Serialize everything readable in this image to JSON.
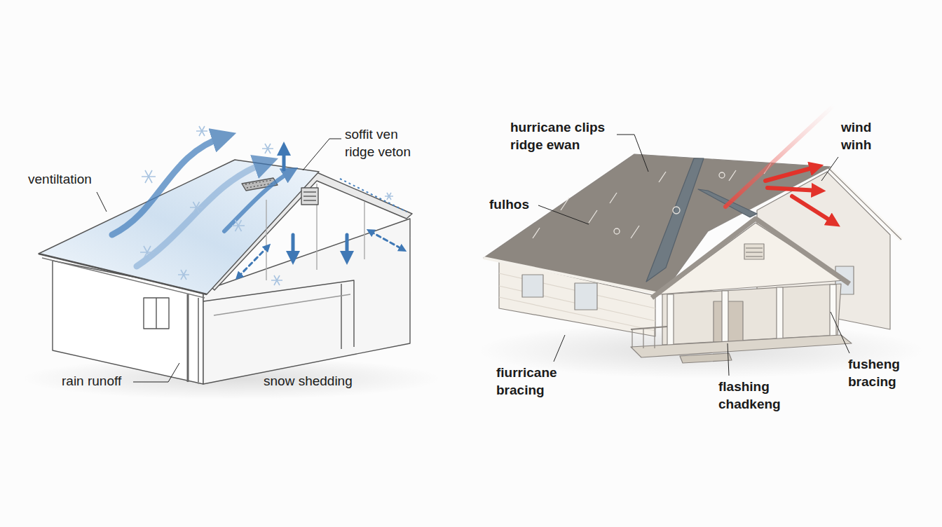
{
  "diagram": {
    "labels": [
      "ventiltation",
      "soffit ven ridge veton",
      "rain runoff",
      "snow shedding",
      "hurricane clips ridge ewan",
      "wind winh",
      "fulhos",
      "fiurricane bracing",
      "fusheng bracing",
      "flashing chadkeng"
    ]
  }
}
